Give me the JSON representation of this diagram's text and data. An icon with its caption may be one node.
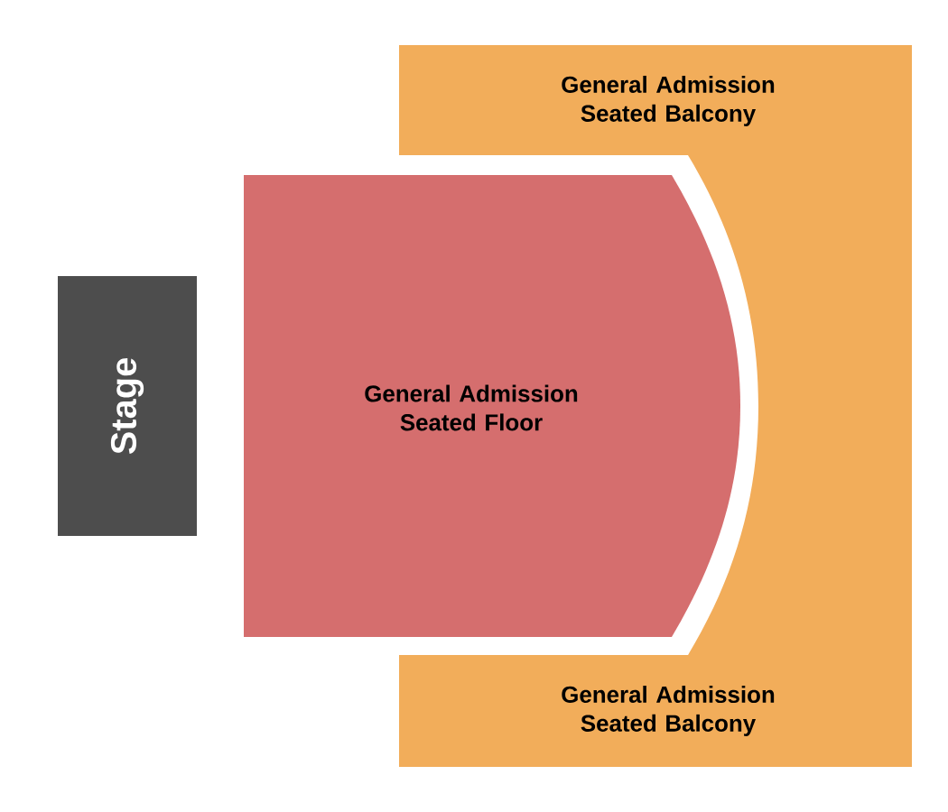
{
  "diagram": {
    "nodes": [
      {
        "text": [
          "Stage"
        ]
      },
      {
        "text": [
          "General Admission Seated Floor"
        ]
      },
      {
        "text": [
          "General Admission Seated Balcony",
          "General Admission Seated Balcony"
        ]
      }
    ]
  }
}
